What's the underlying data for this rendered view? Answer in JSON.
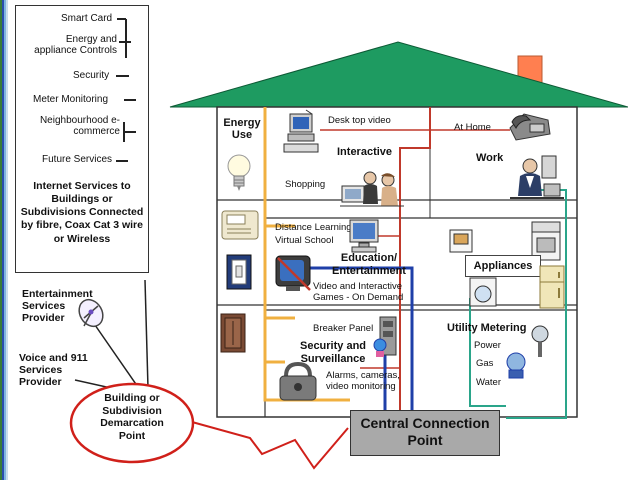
{
  "services_panel": {
    "items": [
      "Smart Card",
      "Energy and appliance Controls",
      "Security",
      "Meter Monitoring",
      "Neighbourhood e-commerce",
      "Future Services"
    ],
    "internet_note": "Internet Services to Buildings or Subdivisions Connected by fibre, Coax Cat 3 wire  or Wireless"
  },
  "entertainment_provider": "Entertainment Services Provider",
  "voice_provider": "Voice and 911 Services Provider",
  "demarcation": "Building or Subdivision Demarcation Point",
  "house": {
    "energy_use": "Energy Use",
    "desktop_video": "Desk top video",
    "interactive": "Interactive",
    "shopping": "Shopping",
    "at_home": "At Home",
    "work": "Work",
    "distance_learning": "Distance Learning",
    "virtual_school": "Virtual School",
    "education": "Education/ Entertainment",
    "video_games": "Video and Interactive Games - On Demand",
    "appliances": "Appliances",
    "breaker_panel": "Breaker Panel",
    "security": "Security and Surveillance",
    "alarms": "Alarms, cameras, video monitoring",
    "utility_metering": "Utility Metering",
    "power": "Power",
    "gas": "Gas",
    "water": "Water",
    "central_point": "Central Connection Point"
  },
  "colors": {
    "roof": "#1e9b61",
    "chimney": "#ff7f50",
    "wire_orange": "#f0b040",
    "wire_red": "#c0392b",
    "wire_blue": "#1f3fa8",
    "wire_teal": "#2aa58a",
    "central_box": "#a9a9a9",
    "demarcation_ellipse": "#d0201a"
  }
}
